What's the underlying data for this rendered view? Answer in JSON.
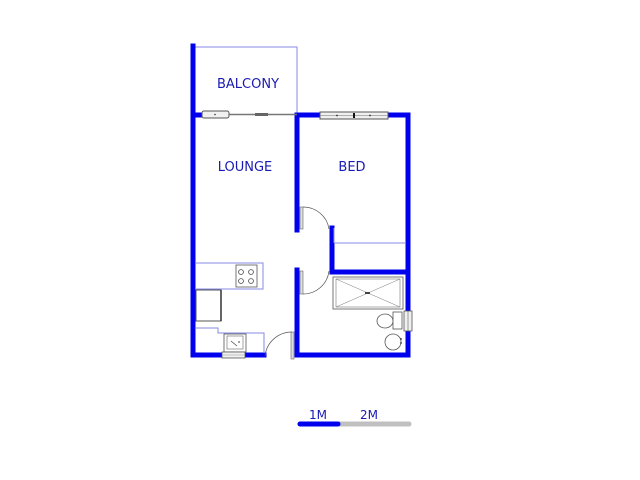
{
  "floor_plan": {
    "rooms": [
      {
        "id": "balcony",
        "label": "BALCONY"
      },
      {
        "id": "lounge",
        "label": "LOUNGE"
      },
      {
        "id": "bed",
        "label": "BED"
      }
    ],
    "scale_bar": {
      "labels": [
        "1M",
        "2M"
      ]
    },
    "colors": {
      "wall": "#0000ee",
      "thin_line": "#8080e0",
      "fixture": "#555555",
      "label": "#1a1ab4",
      "scale_active": "#0000ee",
      "scale_inactive": "#c0c0c0"
    }
  }
}
